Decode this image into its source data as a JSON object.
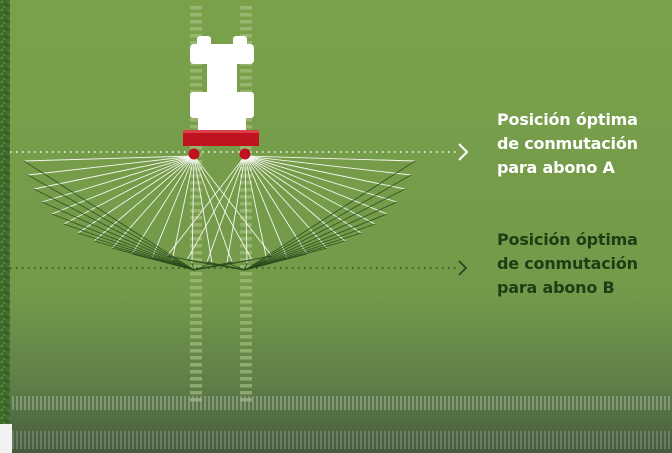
{
  "label_a": {
    "line1": "Posición óptima",
    "line2": "de conmutación",
    "line3": "para abono A"
  },
  "label_b": {
    "line1": "Posición óptima",
    "line2": "de conmutación",
    "line3": "para abono B"
  },
  "colors": {
    "field": "#7aa14a",
    "grass": "#3d6a2a",
    "tractor": "#ffffff",
    "spreader": "#c0131f",
    "fan_a": "#ffffff",
    "fan_b": "#274a1c",
    "text_a": "#ffffff",
    "text_b": "#1f3d14"
  },
  "icons": {
    "arrow_a": "chevron-right-icon",
    "arrow_b": "chevron-right-icon"
  }
}
